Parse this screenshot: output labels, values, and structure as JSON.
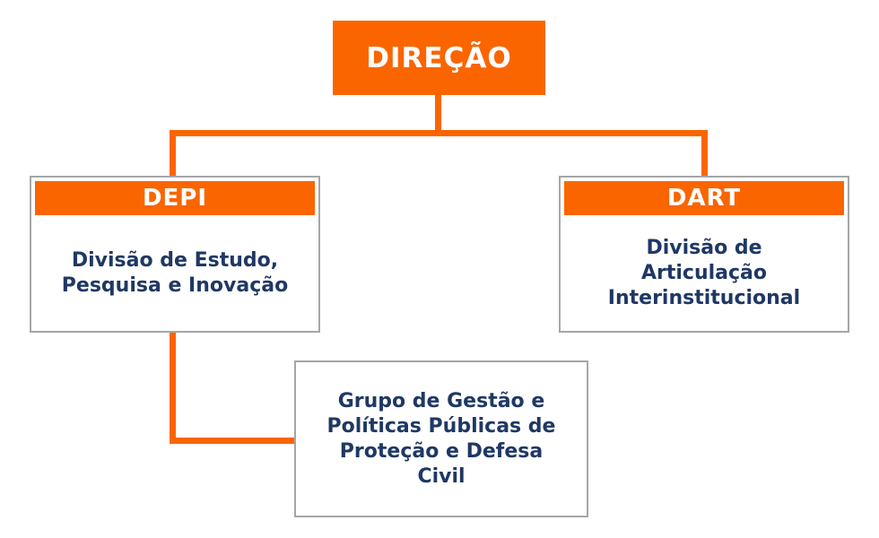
{
  "diagram": {
    "type": "org-chart",
    "colors": {
      "accent_orange": "#FB6500",
      "navy_text": "#1F3864",
      "box_border": "#A6A6A6",
      "background": "#FFFFFF"
    },
    "root": {
      "id": "direcao",
      "label": "DIREÇÃO"
    },
    "nodes": [
      {
        "id": "depi",
        "parent": "direcao",
        "acronym": "DEPI",
        "description": "Divisão de Estudo,\nPesquisa e Inovação"
      },
      {
        "id": "dart",
        "parent": "direcao",
        "acronym": "DART",
        "description": "Divisão de\nArticulação\nInterinstitucional"
      },
      {
        "id": "grupo",
        "parent": "depi",
        "description": "Grupo de Gestão e\nPolíticas Públicas de\nProteção e Defesa\nCivil"
      }
    ]
  }
}
